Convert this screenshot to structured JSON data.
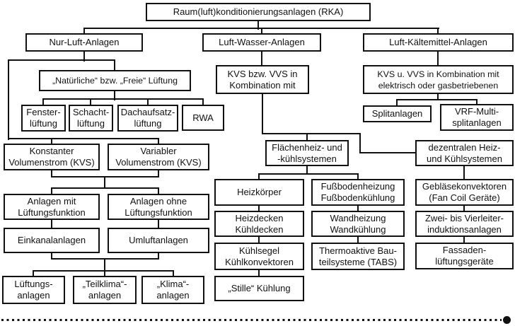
{
  "diagram_title": "Raum(luft)konditionierungsanlagen (RKA)",
  "colors": {
    "line": "#111111",
    "background": "#ffffff",
    "text": "#111111"
  },
  "nodes": {
    "root": "Raum(luft)konditionierungsanlagen (RKA)",
    "nur_luft": "Nur-Luft-Anlagen",
    "luft_wasser": "Luft-Wasser-Anlagen",
    "luft_kaeltemittel": "Luft-Kältemittel-Anlagen",
    "natuerliche_lueftung": "„Natürliche“ bzw. „Freie“ Lüftung",
    "kvs_vvs_kombination": "KVS bzw. VVS in\nKombination mit",
    "kvs_vvs_elektrisch": "KVS u. VVS in Kombination mit\nelektrisch oder gasbetriebenen",
    "fensterlueftung": "Fenster-\nlüftung",
    "schachtlueftung": "Schacht-\nlüftung",
    "dachaufsatzlueftung": "Dachaufsatz-\nlüftung",
    "rwa": "RWA",
    "splitanlagen": "Splitanlagen",
    "vrf_multisplitanlagen": "VRF-Multi-\nsplitanlagen",
    "konstanter_volumenstrom": "Konstanter\nVolumenstrom (KVS)",
    "variabler_volumenstrom": "Variabler\nVolumenstrom (KVS)",
    "flaechenheiz": "Flächenheiz- und\n-kühlsystemen",
    "dezentrale_systeme": "dezentralen Heiz-\nund Kühlsystemen",
    "anlagen_mit": "Anlagen mit\nLüftungsfunktion",
    "anlagen_ohne": "Anlagen ohne\nLüftungsfunktion",
    "heizkoerper": "Heizkörper",
    "fussbodenheizung": "Fußbodenheizung\nFußbodenkühlung",
    "geblaesekonvektoren": "Gebläsekonvektoren\n(Fan Coil Geräte)",
    "einkanalanlagen": "Einkanalanlagen",
    "umluftanlagen": "Umluftanlagen",
    "heizdecken": "Heizdecken\nKühldecken",
    "wandheizung": "Wandheizung\nWandkühlung",
    "zwei_vierleiter": "Zwei- bis Vierleiter-\ninduktionsanlagen",
    "kuehlsegel": "Kühlsegel\nKühlkonvektoren",
    "tabs": "Thermoaktive Bau-\nteilsysteme (TABS)",
    "fassadenlueftung": "Fassaden-\nlüftungsgeräte",
    "lueftungsanlagen": "Lüftungs-\nanlagen",
    "teilklimaanlagen": "„Teilklima“-\nanlagen",
    "klimaanlagen": "„Klima“-\nanlagen",
    "stille_kuehlung": "„Stille“ Kühlung"
  }
}
